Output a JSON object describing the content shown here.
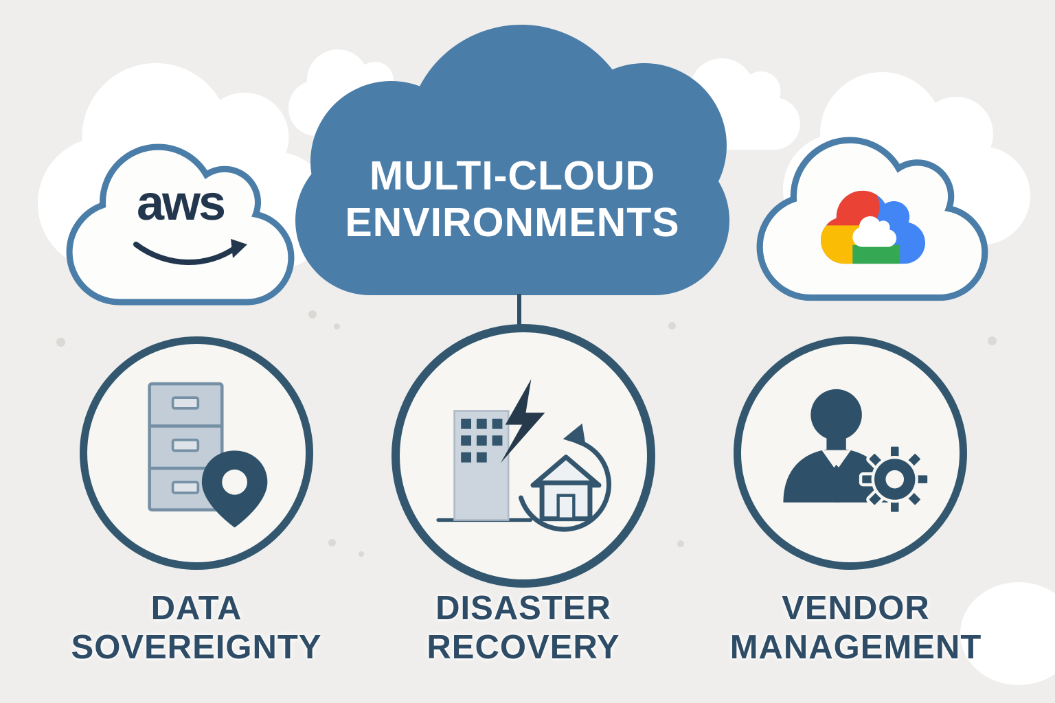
{
  "title": {
    "line1": "MULTI-CLOUD",
    "line2": "ENVIRONMENTS"
  },
  "providers": {
    "aws": {
      "label": "aws",
      "logo_icon": "aws-smile-arrow-icon"
    },
    "google_cloud": {
      "logo_icon": "google-cloud-logo-icon"
    }
  },
  "pillars": [
    {
      "id": "data-sovereignty",
      "line1": "DATA",
      "line2": "SOVEREIGNTY",
      "icon": "filing-cabinet-location-icon"
    },
    {
      "id": "disaster-recovery",
      "line1": "DISASTER",
      "line2": "RECOVERY",
      "icon": "building-lightning-recovery-icon"
    },
    {
      "id": "vendor-management",
      "line1": "VENDOR",
      "line2": "MANAGEMENT",
      "icon": "person-gear-icon"
    }
  ],
  "colors": {
    "accent_blue": "#4a7da8",
    "dark_navy": "#2e4c66",
    "circle_border": "#33576f",
    "background": "#efeeec",
    "aws_navy": "#22364e",
    "google_red": "#EA4335",
    "google_yellow": "#FBBC05",
    "google_green": "#34A853",
    "google_blue": "#4285F4"
  }
}
